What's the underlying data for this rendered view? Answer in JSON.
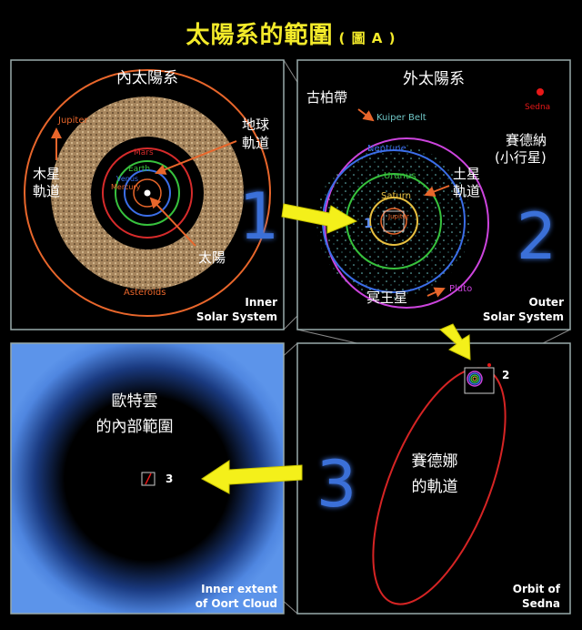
{
  "title": {
    "main": "太陽系的範圍",
    "sub": "( 圖 A )"
  },
  "panel1": {
    "heading": "內太陽系",
    "corner_line1": "Inner",
    "corner_line2": "Solar System",
    "jupiter": "Jupiter",
    "mars": "Mars",
    "earth": "Earth",
    "venus": "Venus",
    "mercury": "Mercury",
    "asteroids": "Asteroids",
    "label_jupiter_orbit_1": "木星",
    "label_jupiter_orbit_2": "軌道",
    "label_earth_orbit_1": "地球",
    "label_earth_orbit_2": "軌道",
    "label_sun": "太陽",
    "big_number": "1"
  },
  "panel2": {
    "heading": "外太陽系",
    "corner_line1": "Outer",
    "corner_line2": "Solar System",
    "kuiper_cn": "古柏帶",
    "kuiper": "Kuiper Belt",
    "sedna": "Sedna",
    "sedna_cn_1": "賽德納",
    "sedna_cn_2": "(小行星)",
    "neptune": "Neptune",
    "uranus": "Uranus",
    "saturn": "Saturn",
    "jupiter": "Jupiter",
    "saturn_orbit_1": "土星",
    "saturn_orbit_2": "軌道",
    "pluto_cn": "冥王星",
    "pluto": "Pluto",
    "small_number": "1",
    "big_number": "2"
  },
  "panel3": {
    "label_1": "歐特雲",
    "label_2": "的內部範圍",
    "corner_line1": "Inner extent",
    "corner_line2": "of Oort Cloud",
    "small_number": "3"
  },
  "panel4": {
    "label_1": "賽德娜",
    "label_2": "的軌道",
    "corner_line1": "Orbit of",
    "corner_line2": "Sedna",
    "small_number": "2",
    "big_number": "3"
  },
  "colors": {
    "title": "#f3ea2a",
    "number_blue": "#3a6fd8",
    "jupiter_orbit": "#e8662b",
    "earth_orbit": "#37c23d",
    "mars_orbit": "#d62b2b",
    "neptune_orbit": "#3b6ee8",
    "pluto_orbit": "#cc44dd",
    "sedna_orbit": "#d62424",
    "arrow": "#f4f01a"
  }
}
